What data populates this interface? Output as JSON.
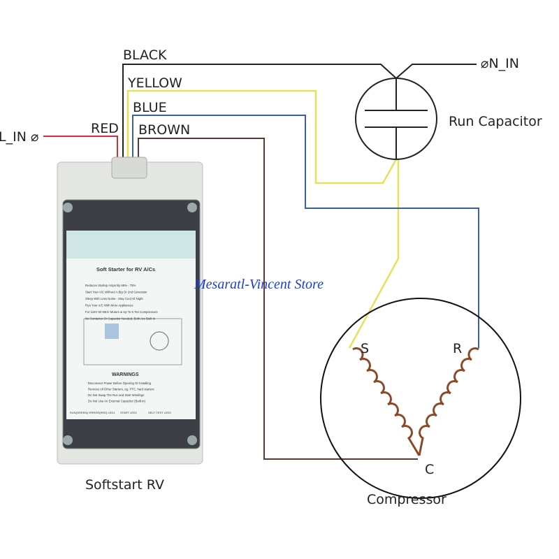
{
  "labels": {
    "black": "BLACK",
    "yellow": "YELLOW",
    "blue": "BLUE",
    "red": "RED",
    "brown": "BROWN",
    "l_in": "L_IN ⌀",
    "n_in": "⌀N_IN",
    "run_capacitor": "Run Capacitor",
    "compressor": "Compressor",
    "terminal_s": "S",
    "terminal_r": "R",
    "terminal_c": "C",
    "device_name": "Softstart RV"
  },
  "watermark": "Mesaratl-Vincent Store",
  "device_label": {
    "title": "Soft Starter for RV A/Cs",
    "features": [
      "Reduces Startup Amps By 65% - 75%",
      "Start Your A/C Without A Big Or 2nd Generator",
      "Sleep With Less Noise - Stay Cool All Night",
      "Run Your A/C With More Appliances",
      "For 115V 50 60Hz Motors & Up To 5 Ton Compressors",
      "No Contactor Or Capacitor Needed, Both Are Built In"
    ],
    "warnings_title": "WARNINGS",
    "warnings": [
      "Disconnect Power Before Opening Or Installing",
      "Remove All Other Starters, eg. PTC, hard starters",
      "Do Not Swap The Run and Start Windings",
      "Do Not Use An External Capacitor (Built in)"
    ],
    "leds": [
      "RUN(GREEN)/ ERROR(RED) LED1",
      "START LED2",
      "SELF-TEST LED3"
    ]
  },
  "colors": {
    "black": "#222222",
    "yellow": "#e6e05a",
    "blue": "#3a5ea8",
    "red": "#d0303a",
    "brown": "#5a3a30",
    "coil": "#8a4a2a",
    "watermark": "#1a3fd0"
  }
}
